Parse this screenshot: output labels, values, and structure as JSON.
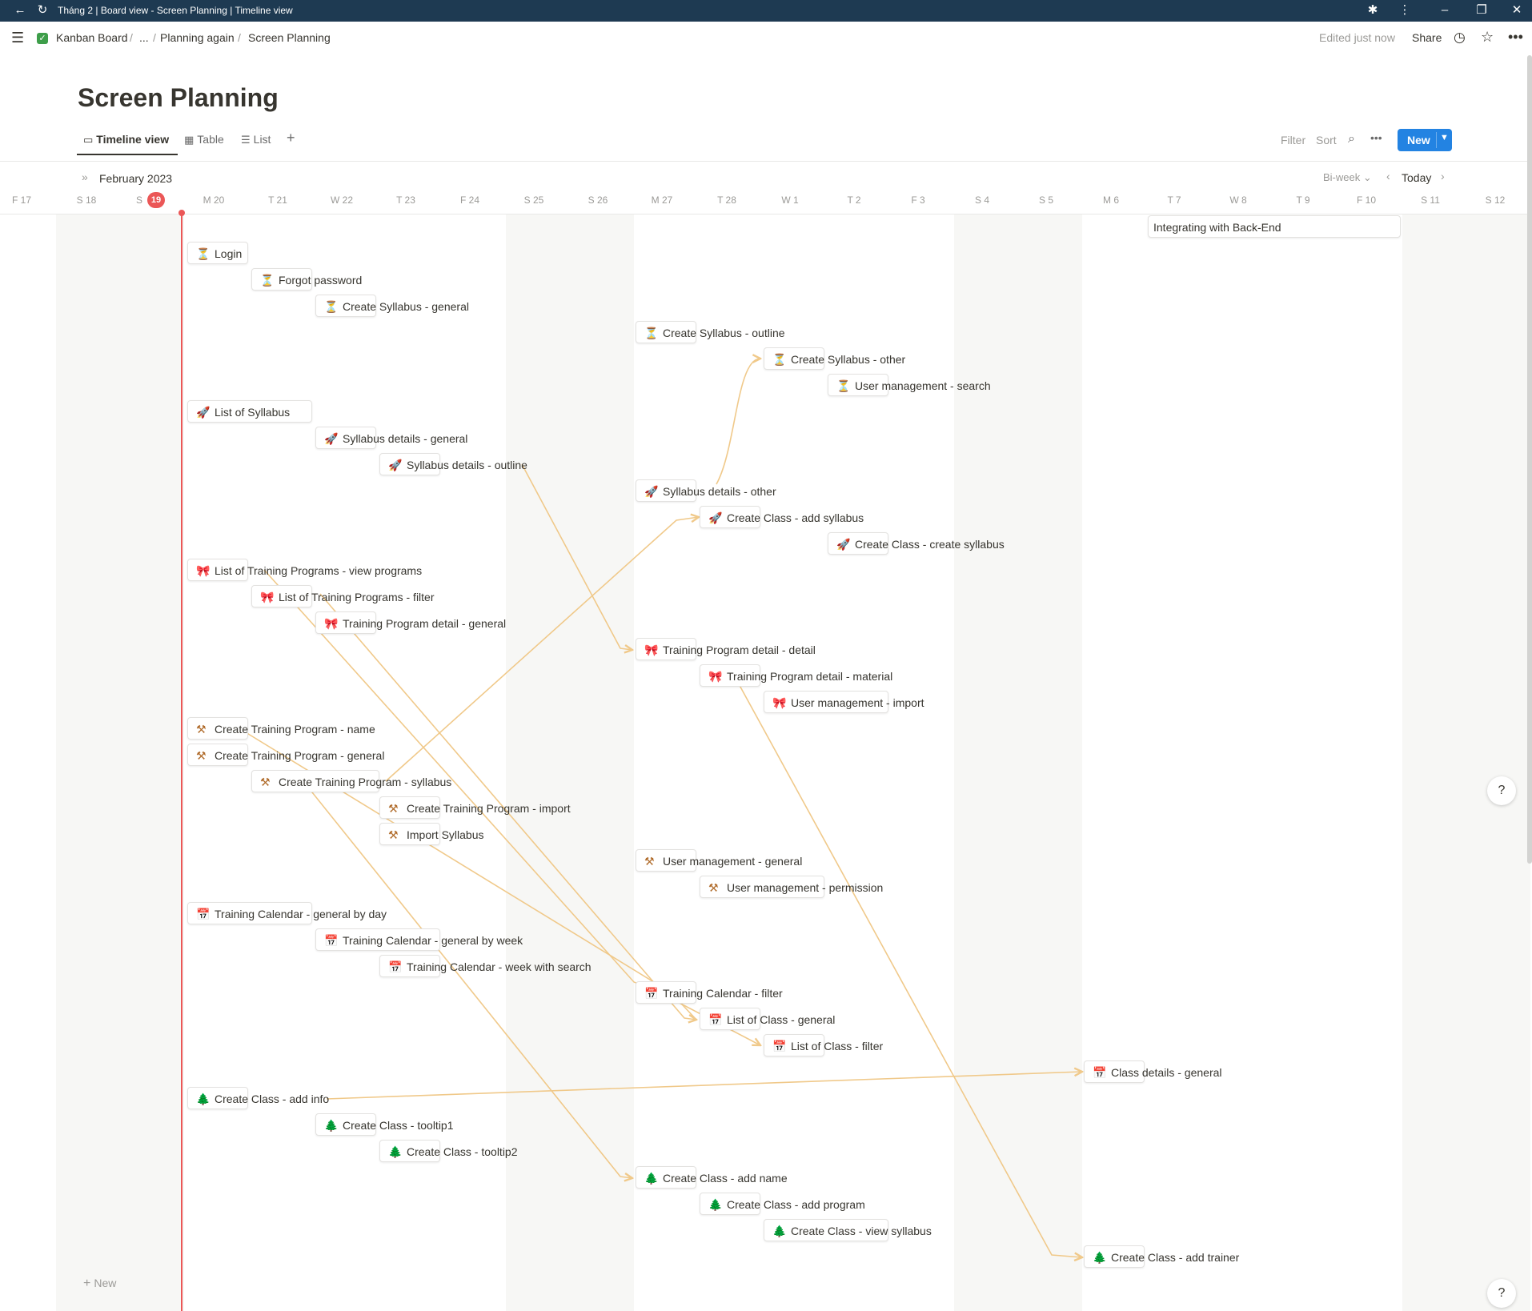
{
  "window": {
    "title": "Tháng 2 | Board view - Screen Planning | Timeline view"
  },
  "breadcrumb": {
    "item1": "Kanban Board",
    "ellipsis": "...",
    "item2": "Planning again",
    "item3": "Screen Planning"
  },
  "topbar": {
    "edited": "Edited just now",
    "share": "Share"
  },
  "page": {
    "title": "Screen Planning"
  },
  "views": {
    "timeline": "Timeline view",
    "table": "Table",
    "list": "List"
  },
  "toolbar": {
    "filter": "Filter",
    "sort": "Sort",
    "new": "New"
  },
  "timeline": {
    "month": "February 2023",
    "scale": "Bi-week",
    "today": "Today",
    "today_badge": "19"
  },
  "days": [
    "F 17",
    "S 18",
    "S",
    "M 20",
    "T 21",
    "W 22",
    "T 23",
    "F 24",
    "S 25",
    "S 26",
    "M 27",
    "T 28",
    "W 1",
    "T 2",
    "F 3",
    "S 4",
    "S 5",
    "M 6",
    "T 7",
    "W 8",
    "T 9",
    "F 10",
    "S 11",
    "S 12"
  ],
  "tasks": [
    "Integrating with Back-End",
    "Login",
    "Forgot password",
    "Create Syllabus - general",
    "Create Syllabus - outline",
    "Create Syllabus - other",
    "User management - search",
    "List of Syllabus",
    "Syllabus details - general",
    "Syllabus details - outline",
    "Syllabus details - other",
    "Create Class - add syllabus",
    "Create Class - create syllabus",
    "List of Training Programs - view programs",
    "List of Training Programs - filter",
    "Training Program detail - general",
    "Training Program detail - detail",
    "Training Program detail - material",
    "User management - import",
    "Create Training Program - name",
    "Create Training Program - general",
    "Create Training Program - syllabus",
    "Create Training Program - import",
    "Import Syllabus",
    "User management - general",
    "User management - permission",
    "Training Calendar - general by day",
    "Training Calendar - general by week",
    "Training Calendar - week with search",
    "Training Calendar - filter",
    "List of Class - general",
    "List of Class - filter",
    "Class details - general",
    "Create Class - add info",
    "Create Class - tooltip1",
    "Create Class - tooltip2",
    "Create Class - add name",
    "Create Class - add program",
    "Create Class - view syllabus",
    "Create Class - add trainer"
  ],
  "footer": {
    "new_label": "New"
  },
  "colors": {
    "accent": "#2383e2",
    "today": "#eb5757",
    "dependency": "#f0c98a",
    "titlebar": "#1e3a52"
  }
}
